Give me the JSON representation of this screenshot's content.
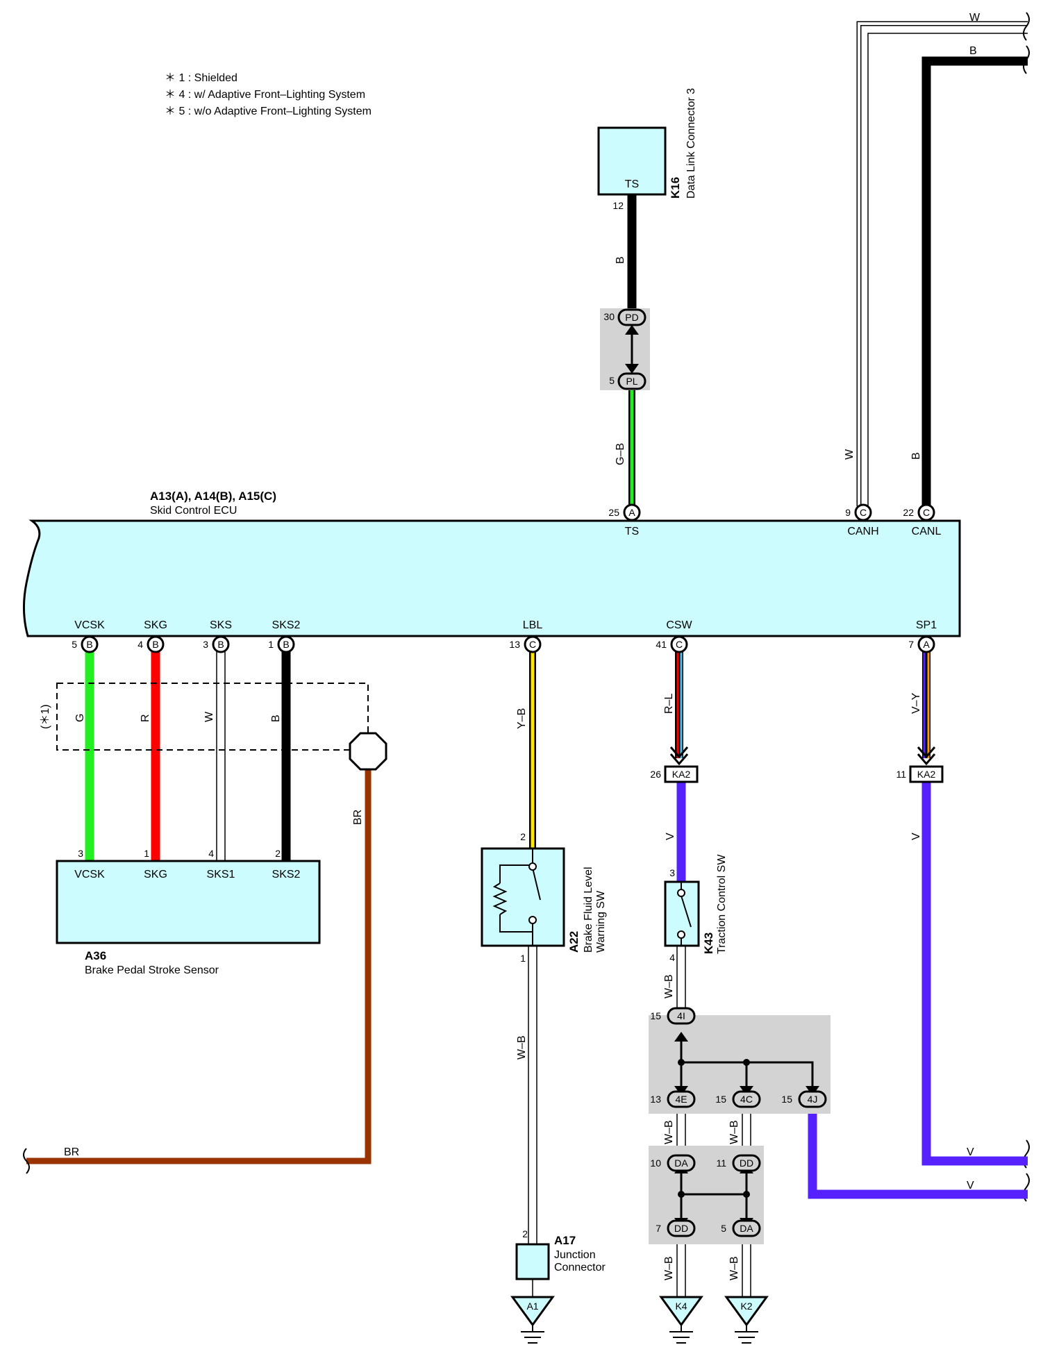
{
  "legend": [
    "＊ 1 : Shielded",
    "＊ 4 : w/ Adaptive Front–Lighting System",
    "＊ 5 : w/o Adaptive Front–Lighting System"
  ],
  "ecu": {
    "code": "A13(A), A14(B), A15(C)",
    "name": "Skid Control ECU",
    "top_pins": [
      {
        "num": "25",
        "conn": "A",
        "label": "TS"
      },
      {
        "num": "9",
        "conn": "C",
        "label": "CANH"
      },
      {
        "num": "22",
        "conn": "C",
        "label": "CANL"
      }
    ],
    "bottom_pins": [
      {
        "num": "5",
        "conn": "B",
        "label": "VCSK"
      },
      {
        "num": "4",
        "conn": "B",
        "label": "SKG"
      },
      {
        "num": "3",
        "conn": "B",
        "label": "SKS"
      },
      {
        "num": "1",
        "conn": "B",
        "label": "SKS2"
      },
      {
        "num": "13",
        "conn": "C",
        "label": "LBL"
      },
      {
        "num": "41",
        "conn": "C",
        "label": "CSW"
      },
      {
        "num": "7",
        "conn": "A",
        "label": "SP1"
      }
    ]
  },
  "dlc": {
    "code": "K16",
    "name": "Data Link Connector 3",
    "terminal": "TS",
    "pin": "12",
    "wire_color": "B",
    "junction": [
      {
        "num": "30",
        "label": "PD"
      },
      {
        "num": "5",
        "label": "PL"
      }
    ],
    "wire_color_lower": "G–B"
  },
  "can": {
    "canh_color": "W",
    "canl_color": "B"
  },
  "sensor": {
    "code": "A36",
    "name": "Brake Pedal Stroke Sensor",
    "pins": [
      {
        "num": "3",
        "label": "VCSK",
        "wire": "G"
      },
      {
        "num": "1",
        "label": "SKG",
        "wire": "R"
      },
      {
        "num": "4",
        "label": "SKS1",
        "wire": "W"
      },
      {
        "num": "2",
        "label": "SKS2",
        "wire": "B"
      }
    ],
    "shield_label": "(＊1)",
    "shield_wire": "BR"
  },
  "brake_fluid": {
    "code": "A22",
    "name_line1": "Brake Fluid Level",
    "name_line2": "Warning SW",
    "pin_top": "2",
    "pin_bottom": "1",
    "wire_top": "Y–B",
    "wire_bottom": "W–B"
  },
  "junction_a17": {
    "code": "A17",
    "name_line1": "Junction",
    "name_line2": "Connector",
    "pin": "2",
    "ground": "A1"
  },
  "traction": {
    "code": "K43",
    "name": "Traction Control SW",
    "pin_top": "3",
    "pin_bottom": "4",
    "wire_top": "R–L",
    "wire_mid": "V",
    "wire_bottom": "W–B",
    "conn_num": "26",
    "conn_label": "KA2"
  },
  "sp1": {
    "wire_top": "V–Y",
    "conn_num": "11",
    "conn_label": "KA2",
    "wire_bottom": "V"
  },
  "junction_4": {
    "top": {
      "num": "15",
      "label": "4I"
    },
    "branches": [
      {
        "num": "13",
        "label": "4E"
      },
      {
        "num": "15",
        "label": "4C"
      },
      {
        "num": "15",
        "label": "4J"
      }
    ],
    "wire": "W–B"
  },
  "junction_d": {
    "top": [
      {
        "num": "10",
        "label": "DA"
      },
      {
        "num": "11",
        "label": "DD"
      }
    ],
    "bottom": [
      {
        "num": "7",
        "label": "DD"
      },
      {
        "num": "5",
        "label": "DA"
      }
    ],
    "wire": "W–B",
    "grounds": [
      "K4",
      "K2"
    ]
  },
  "right_edge": {
    "w_label": "W",
    "b_label": "B",
    "v1_label": "V",
    "v2_label": "V",
    "br_label": "BR"
  },
  "colors": {
    "component_fill": "#cdfcff",
    "junction_gray": "#d3d3d3",
    "green": "#22ee22",
    "red": "#ff0000",
    "black": "#000000",
    "yellow": "#ffe600",
    "violet": "#5522ff",
    "brown": "#993300",
    "light_blue": "#55bbee",
    "orange": "#ff9900"
  }
}
